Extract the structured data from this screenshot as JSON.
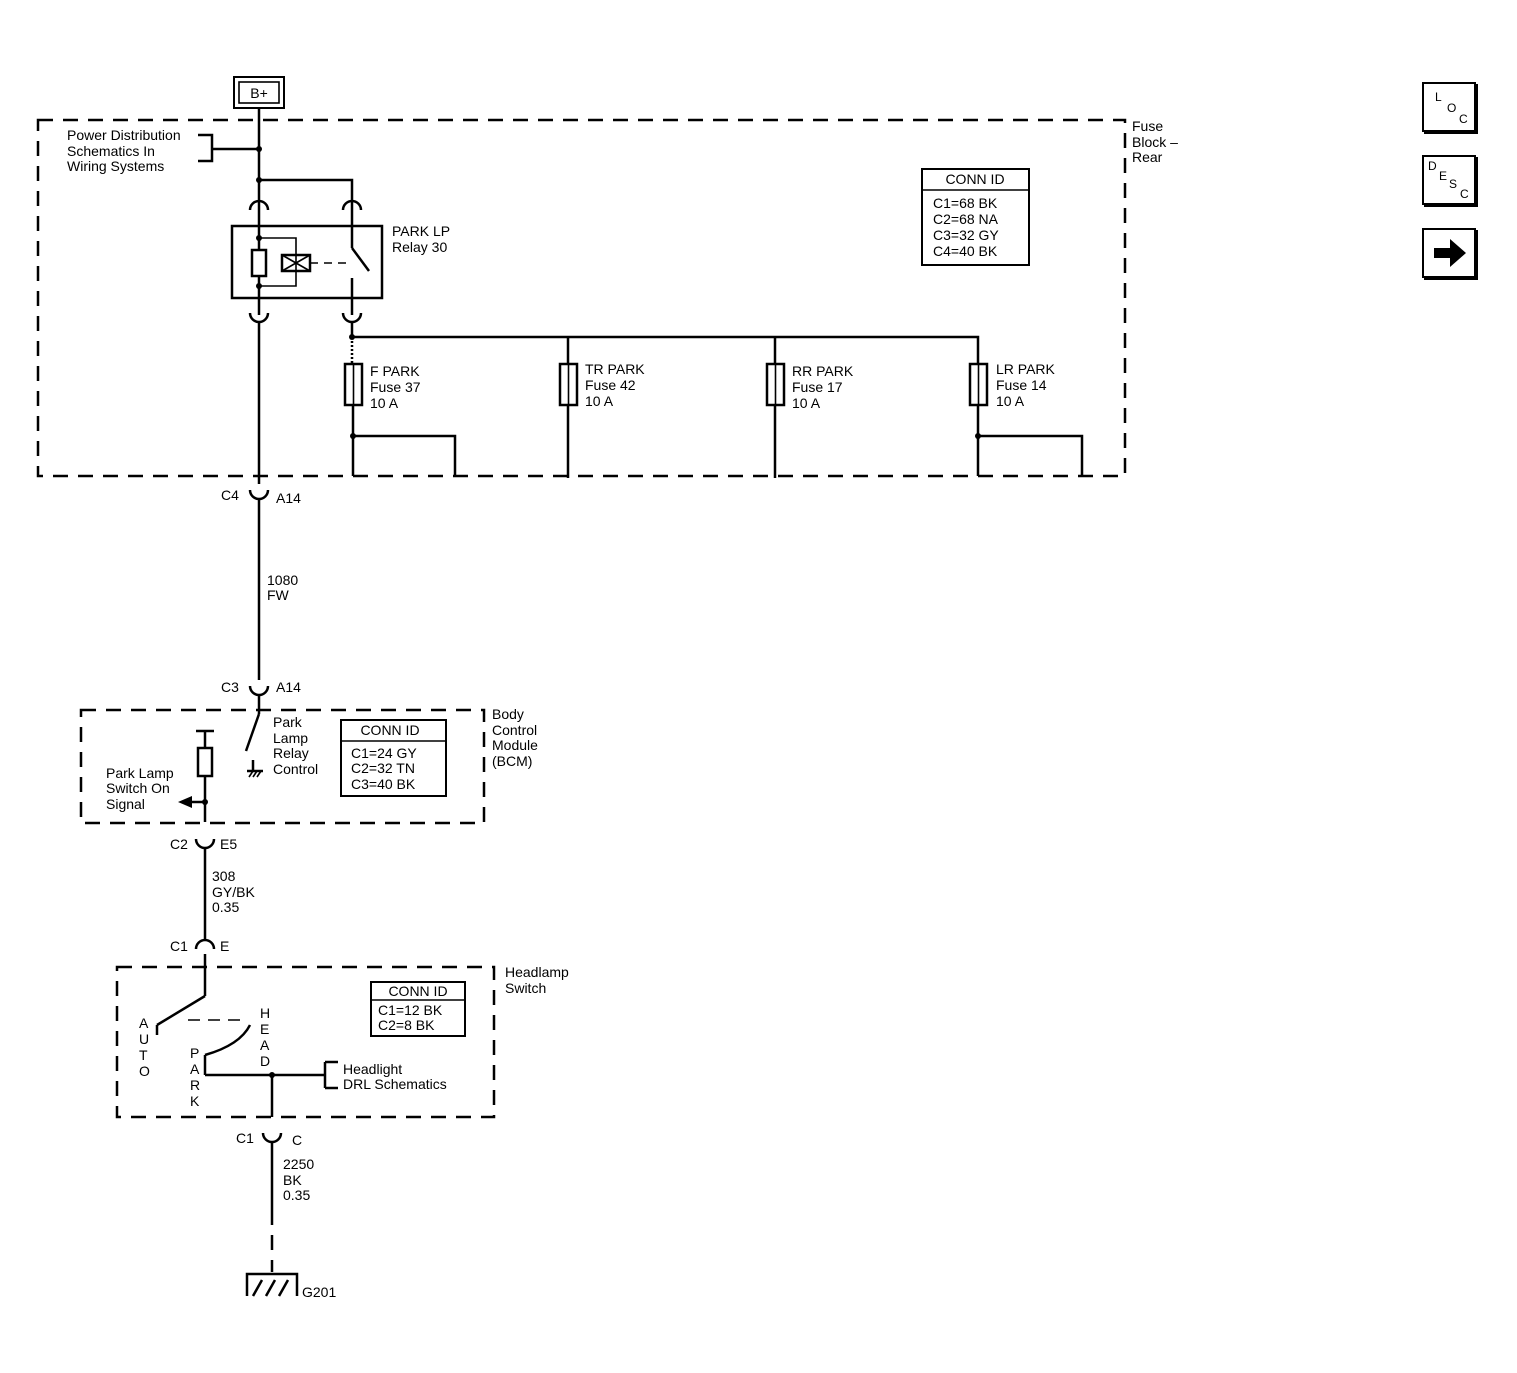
{
  "power": {
    "source_label": "B+"
  },
  "fuse_block": {
    "title_lines": [
      "Fuse",
      "Block –",
      "Rear"
    ],
    "power_ref_lines": [
      "Power Distribution",
      "Schematics In",
      "Wiring Systems"
    ],
    "relay_lines": [
      "PARK LP",
      "Relay 30"
    ],
    "conn_id": {
      "header": "CONN ID",
      "lines": [
        "C1=68 BK",
        "C2=68 NA",
        "C3=32 GY",
        "C4=40 BK"
      ]
    },
    "fuses": [
      {
        "lines": [
          "F PARK",
          "Fuse 37",
          "10 A"
        ]
      },
      {
        "lines": [
          "TR PARK",
          "Fuse 42",
          "10 A"
        ]
      },
      {
        "lines": [
          "RR PARK",
          "Fuse 17",
          "10 A"
        ]
      },
      {
        "lines": [
          "LR PARK",
          "Fuse 14",
          "10 A"
        ]
      }
    ]
  },
  "connectors": {
    "fb_c4": {
      "conn": "C4",
      "pin": "A14"
    },
    "bcm_c3": {
      "conn": "C3",
      "pin": "A14"
    },
    "bcm_c2": {
      "conn": "C2",
      "pin": "E5"
    },
    "hs_c1_top": {
      "conn": "C1",
      "pin": "E"
    },
    "hs_c1_bottom": {
      "conn": "C1",
      "pin": "C"
    }
  },
  "wires": {
    "w1080": [
      "1080",
      "FW"
    ],
    "w308": [
      "308",
      "GY/BK",
      "0.35"
    ],
    "w2250": [
      "2250",
      "BK",
      "0.35"
    ]
  },
  "bcm": {
    "title_lines": [
      "Body",
      "Control",
      "Module",
      "(BCM)"
    ],
    "relay_control_lines": [
      "Park",
      "Lamp",
      "Relay",
      "Control"
    ],
    "switch_signal_lines": [
      "Park Lamp",
      "Switch On",
      "Signal"
    ],
    "conn_id": {
      "header": "CONN ID",
      "lines": [
        "C1=24 GY",
        "C2=32 TN",
        "C3=40 BK"
      ]
    }
  },
  "headlamp_switch": {
    "title_lines": [
      "Headlamp",
      "Switch"
    ],
    "conn_id": {
      "header": "CONN ID",
      "lines": [
        "C1=12 BK",
        "C2=8 BK"
      ]
    },
    "positions": {
      "auto": [
        "A",
        "U",
        "T",
        "O"
      ],
      "park": [
        "P",
        "A",
        "R",
        "K"
      ],
      "head": [
        "H",
        "E",
        "A",
        "D"
      ]
    },
    "drl_ref_lines": [
      "Headlight",
      "DRL Schematics"
    ]
  },
  "ground": {
    "label": "G201"
  },
  "nav": {
    "loc": [
      "L",
      "O",
      "C"
    ],
    "desc": [
      "D",
      "E",
      "S",
      "C"
    ],
    "next_icon": "right-arrow-icon"
  }
}
